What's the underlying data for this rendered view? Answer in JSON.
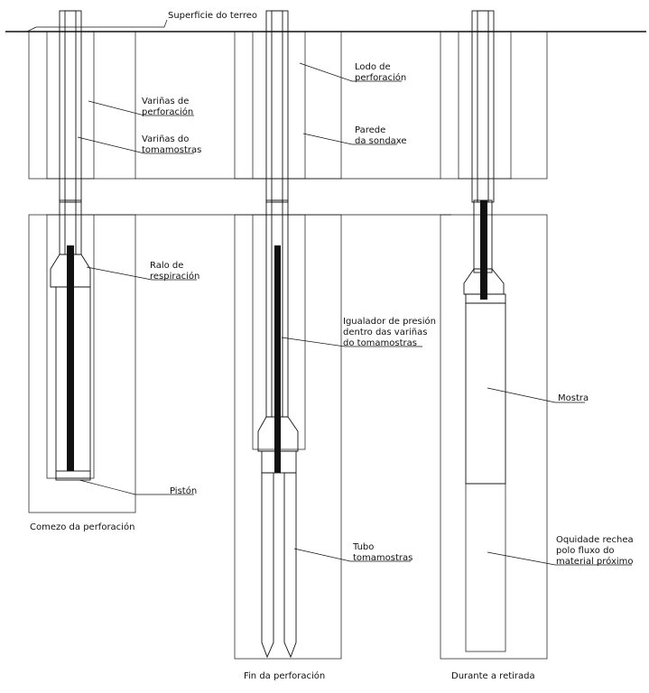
{
  "labels": {
    "ground_surface": "Superficie do terreo",
    "drilling_rods": [
      "Variñas de",
      "perforación"
    ],
    "sampler_rods": [
      "Variñas do",
      "tomamostras"
    ],
    "drilling_mud": [
      "Lodo de",
      "perforación"
    ],
    "borehole_wall": [
      "Parede",
      "da sondaxe"
    ],
    "vent_valve": [
      "Ralo de",
      "respiración"
    ],
    "pressure_equalizer": [
      "Igualador de presión",
      "dentro das variñas",
      "do tomamostras"
    ],
    "piston": "Pistón",
    "sample": "Mostra",
    "sampler_tube": [
      "Tubo",
      "tomamostras"
    ],
    "cavity": [
      "Oquidade rechea",
      "polo fluxo do",
      "material próximo"
    ]
  },
  "captions": {
    "stage1": "Comezo da perforación",
    "stage2": "Fin da perforación",
    "stage3": "Durante a retirada"
  },
  "colors": {
    "soil": "#d6d6d6",
    "ink": "#111111",
    "background": "#ffffff"
  }
}
